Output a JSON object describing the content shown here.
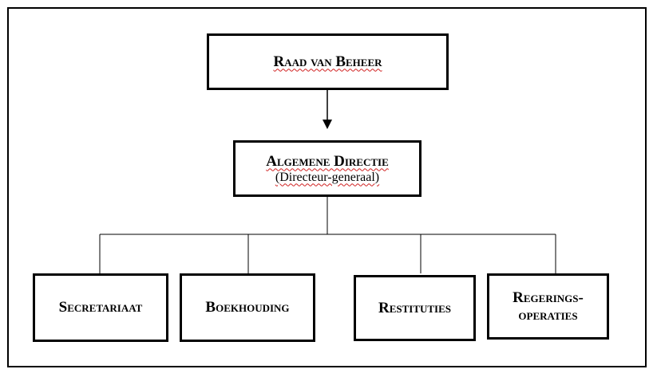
{
  "chart": {
    "top": {
      "title": "Raad van Beheer"
    },
    "middle": {
      "title": "Algemene Directie",
      "subtitle": "(Directeur-generaal)"
    },
    "children": [
      {
        "title": "Secretariaat"
      },
      {
        "title": "Boekhouding"
      },
      {
        "title": "Restituties"
      },
      {
        "title": "Regerings-operaties"
      }
    ]
  }
}
